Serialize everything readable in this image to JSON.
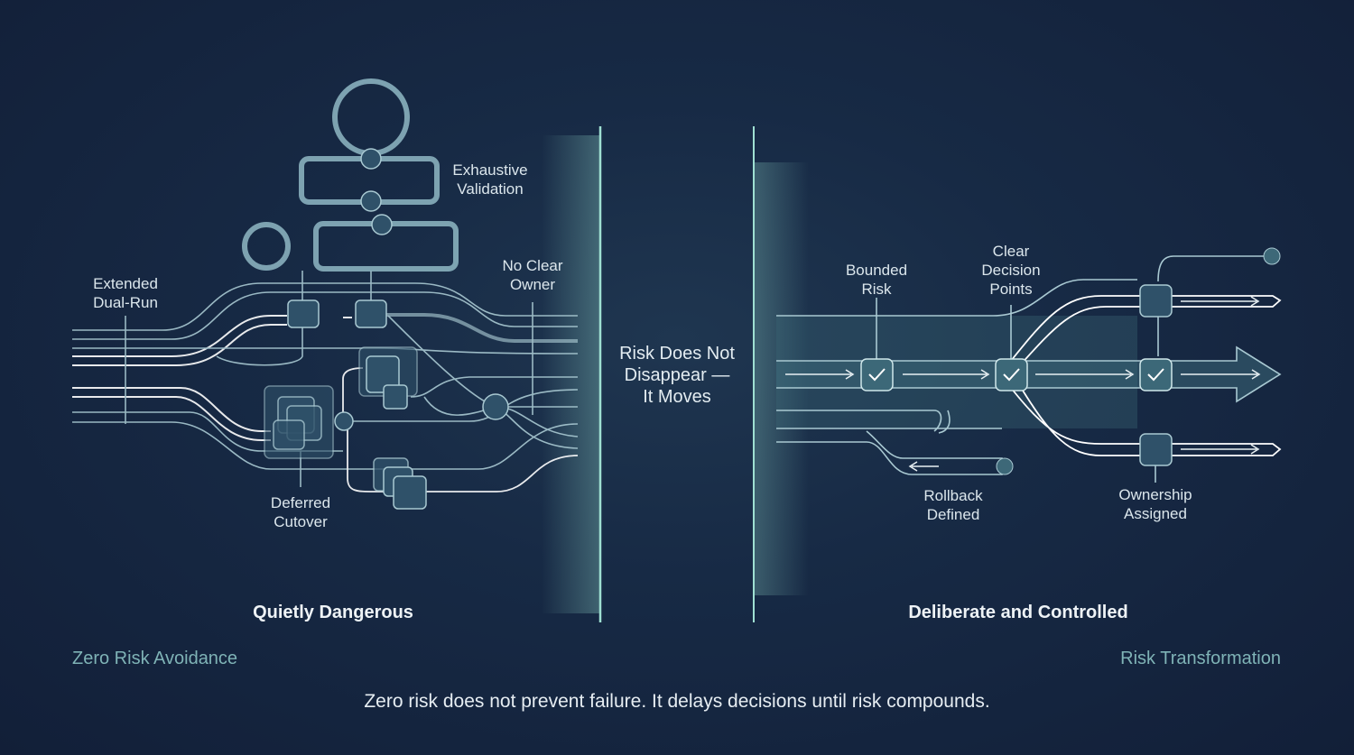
{
  "colors": {
    "background": "#14223d",
    "accent": "#8fd3c7",
    "line": "#a9c9d2"
  },
  "left_labels": {
    "exhaustive": [
      "Exhaustive",
      "Validation"
    ],
    "dual_run": [
      "Extended",
      "Dual-Run"
    ],
    "no_owner": [
      "No Clear",
      "Owner"
    ],
    "deferred": [
      "Deferred",
      "Cutover"
    ]
  },
  "center": {
    "line1": "Risk Does Not",
    "line2": "Disappear —",
    "line3": "It Moves"
  },
  "right_labels": {
    "bounded": [
      "Bounded",
      "Risk"
    ],
    "decision": [
      "Clear",
      "Decision",
      "Points"
    ],
    "rollback": [
      "Rollback",
      "Defined"
    ],
    "ownership": [
      "Ownership",
      "Assigned"
    ]
  },
  "sections": {
    "left": "Quietly Dangerous",
    "right": "Deliberate and Controlled"
  },
  "axis": {
    "left": "Zero Risk Avoidance",
    "right": "Risk Transformation"
  },
  "caption": "Zero risk does not prevent failure. It delays decisions until risk compounds.",
  "icons": [
    "cycle-arrows-icon",
    "check-icon",
    "arrow-right-icon"
  ]
}
